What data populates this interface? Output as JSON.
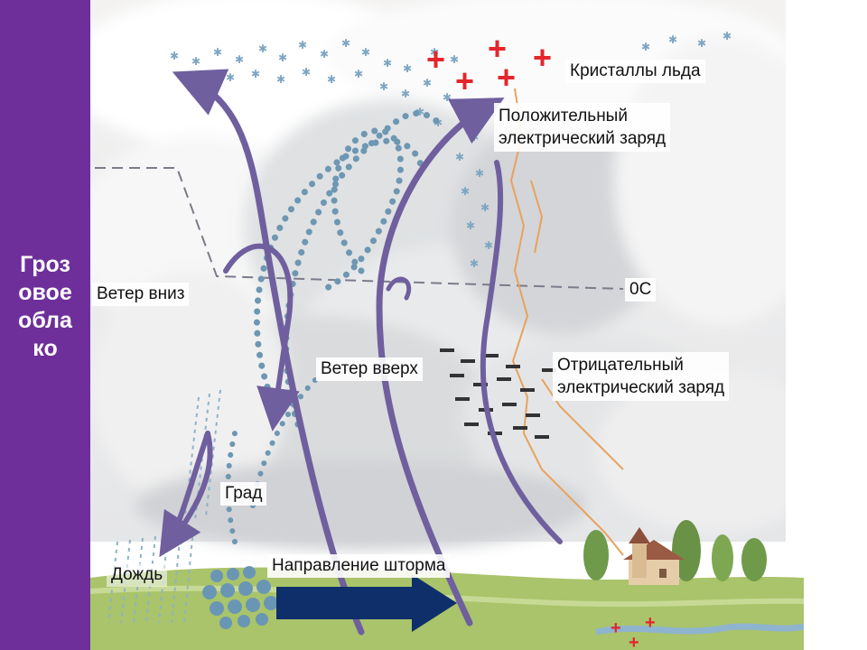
{
  "sidebar": {
    "title_lines": [
      "Гроз",
      "овое",
      "обла",
      "ко"
    ],
    "color": "#6e2f9a"
  },
  "labels": {
    "ice_crystals": "Кристаллы льда",
    "positive_charge": [
      "Положительный",
      "электрический заряд"
    ],
    "wind_down": "Ветер вниз",
    "zero_c": "0С",
    "wind_up": "Ветер вверх",
    "negative_charge": [
      "Отрицательный",
      "электрический заряд"
    ],
    "hail": "Град",
    "rain": "Дождь",
    "storm_direction": "Направление шторма"
  },
  "colors": {
    "arrow_purple": "#6f5f9e",
    "dots_blue": "#6d97b2",
    "positive_red": "#e3262b",
    "negative_dark": "#333333",
    "storm_arrow": "#0f2f6b",
    "lightning": "#e8a25c",
    "ground_green": "#a9c46a"
  },
  "icons": {
    "positive": "plus-sign",
    "negative": "minus-sign",
    "ice": "snowflake"
  }
}
